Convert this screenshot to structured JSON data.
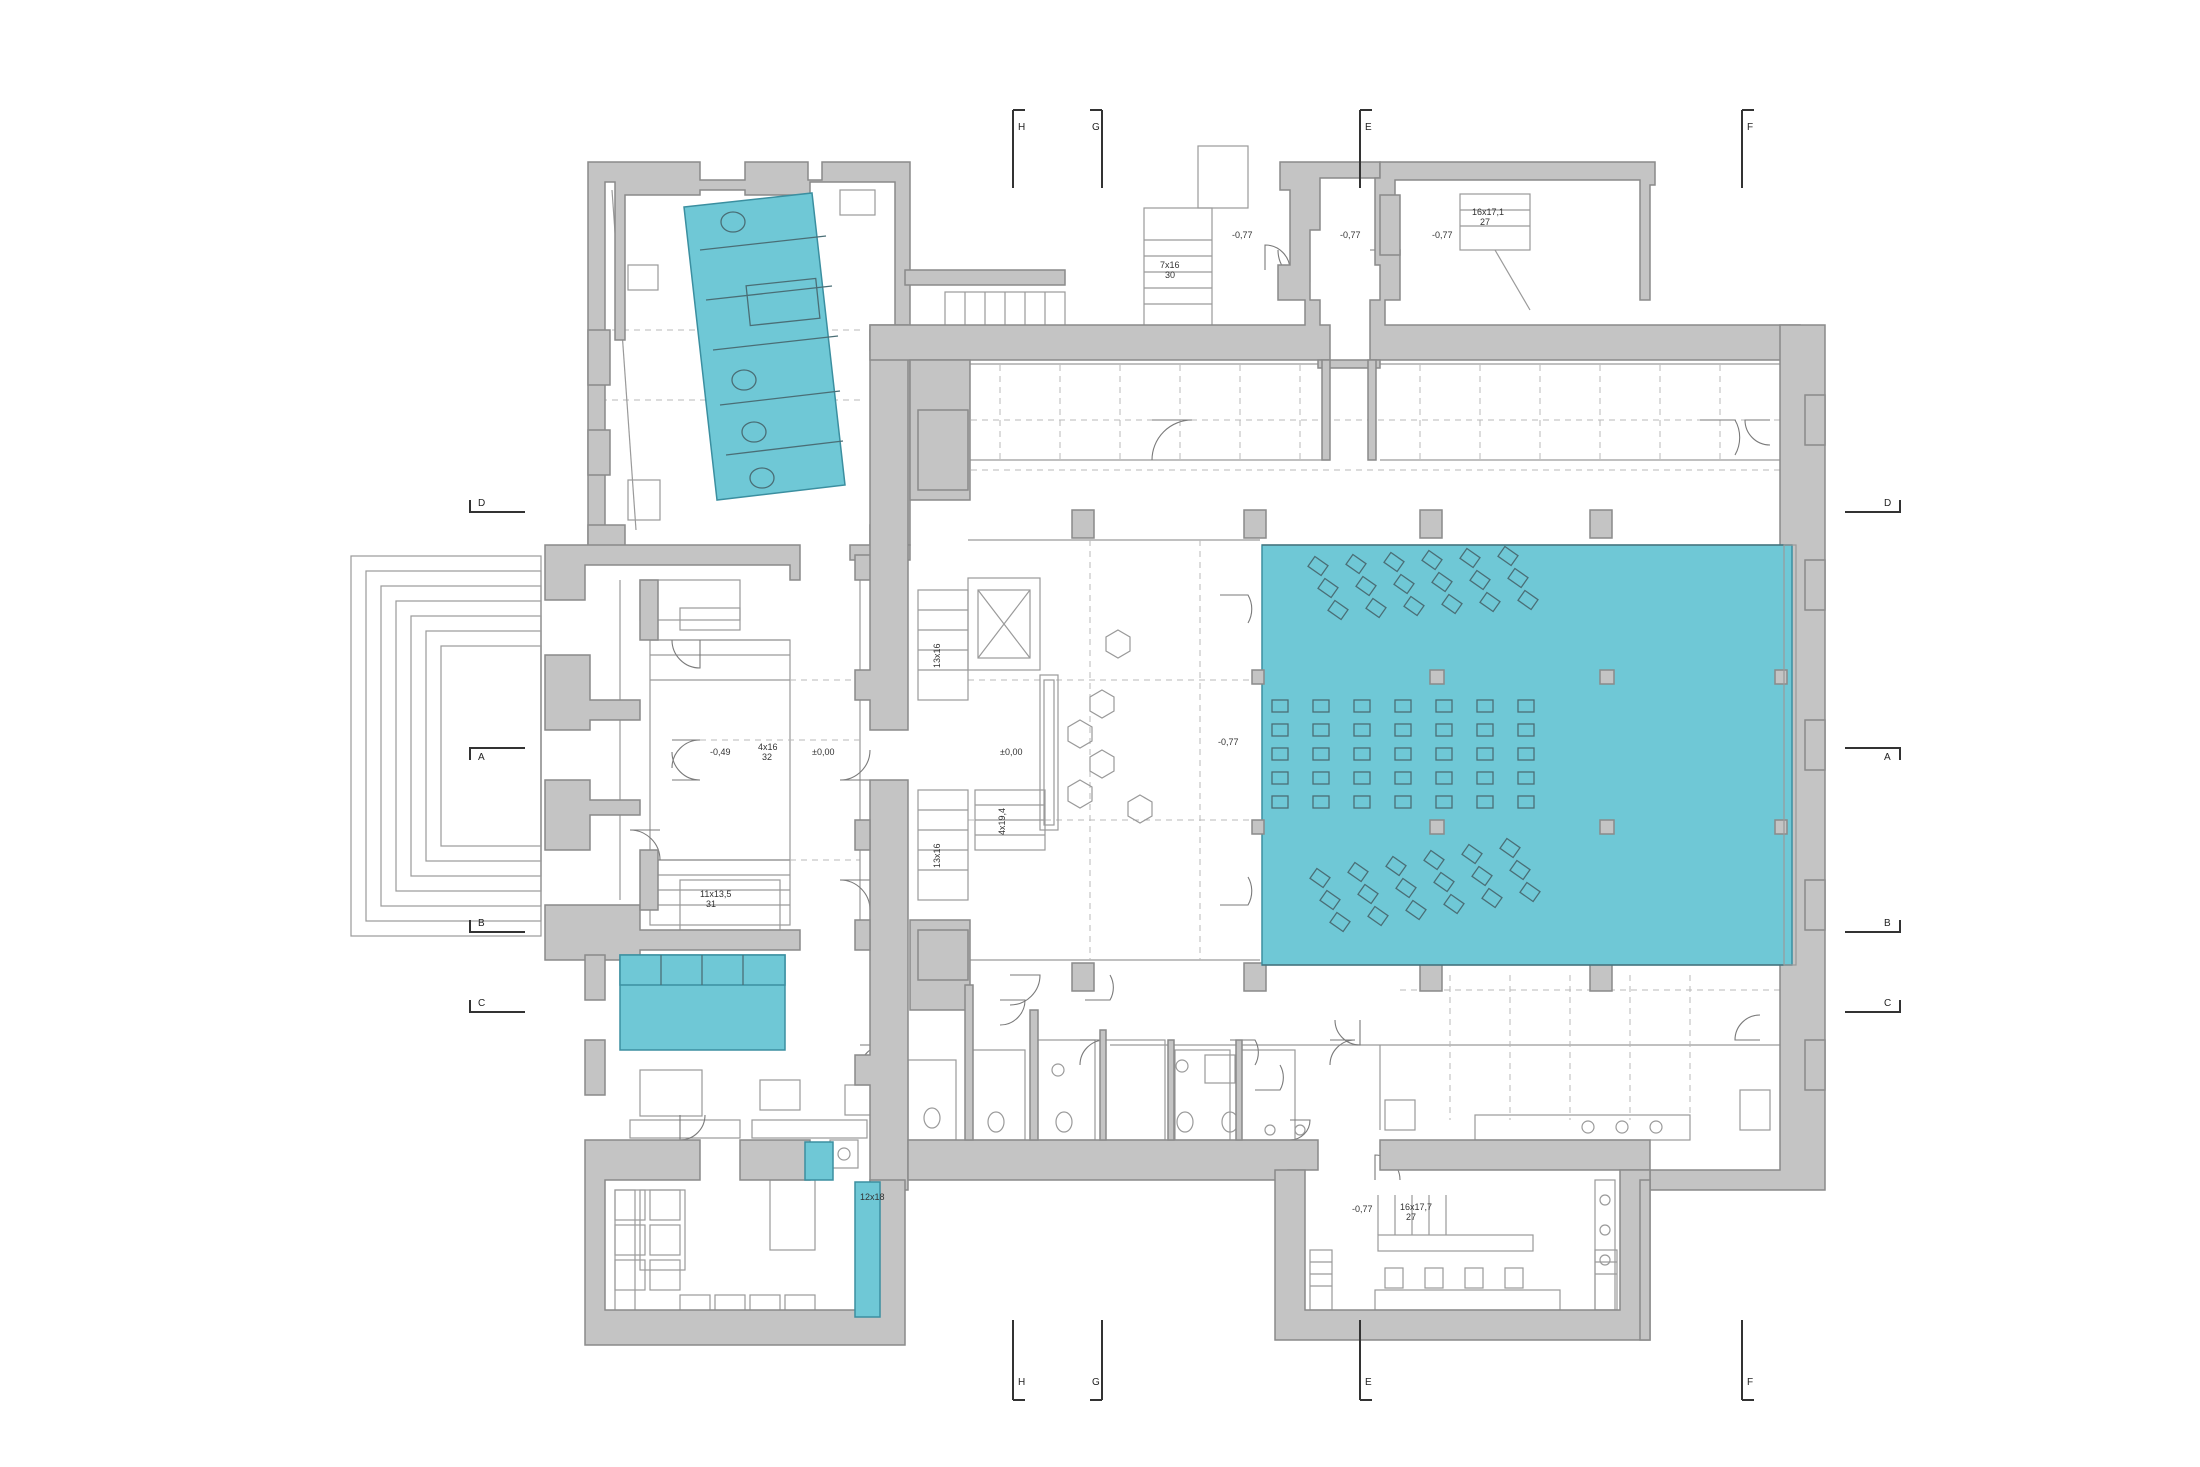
{
  "plan": {
    "section_markers": [
      {
        "id": "marker-h-top",
        "letter": "H"
      },
      {
        "id": "marker-g-top",
        "letter": "G"
      },
      {
        "id": "marker-e-top",
        "letter": "E"
      },
      {
        "id": "marker-f-top",
        "letter": "F"
      },
      {
        "id": "marker-h-bottom",
        "letter": "H"
      },
      {
        "id": "marker-g-bottom",
        "letter": "G"
      },
      {
        "id": "marker-e-bottom",
        "letter": "E"
      },
      {
        "id": "marker-f-bottom",
        "letter": "F"
      },
      {
        "id": "marker-d-left",
        "letter": "D"
      },
      {
        "id": "marker-a-left",
        "letter": "A"
      },
      {
        "id": "marker-b-left",
        "letter": "B"
      },
      {
        "id": "marker-c-left",
        "letter": "C"
      },
      {
        "id": "marker-d-right",
        "letter": "D"
      },
      {
        "id": "marker-a-right",
        "letter": "A"
      },
      {
        "id": "marker-b-right",
        "letter": "B"
      },
      {
        "id": "marker-c-right",
        "letter": "C"
      }
    ],
    "annotations": [
      {
        "id": "elev-077-top-a",
        "text": "-0,77"
      },
      {
        "id": "elev-077-top-b",
        "text": "-0,77"
      },
      {
        "id": "elev-077-top-c",
        "text": "-0,77"
      },
      {
        "id": "stair-top-right-1",
        "text": "16x17,1"
      },
      {
        "id": "stair-top-right-2",
        "text": "27"
      },
      {
        "id": "stair-top-mid-1",
        "text": "7x16"
      },
      {
        "id": "stair-top-mid-2",
        "text": "30"
      },
      {
        "id": "elev-049",
        "text": "-0,49"
      },
      {
        "id": "stair-entry-1",
        "text": "4x16"
      },
      {
        "id": "stair-entry-2",
        "text": "32"
      },
      {
        "id": "elev-000-a",
        "text": "±0,00"
      },
      {
        "id": "elev-000-b",
        "text": "±0,00"
      },
      {
        "id": "elev-077-hall",
        "text": "-0,77"
      },
      {
        "id": "stair-left-1",
        "text": "11x13,5"
      },
      {
        "id": "stair-left-2",
        "text": "31"
      },
      {
        "id": "stair-core-up",
        "text": "13x16"
      },
      {
        "id": "stair-core-down",
        "text": "13x16"
      },
      {
        "id": "stair-core-mid",
        "text": "4x19,4"
      },
      {
        "id": "stair-small-cyan",
        "text": "12x18"
      },
      {
        "id": "elev-077-bottom",
        "text": "-0,77"
      },
      {
        "id": "stair-bottom-right-1",
        "text": "16x17,7"
      },
      {
        "id": "stair-bottom-right-2",
        "text": "27"
      }
    ],
    "colors": {
      "walls": "#c4c4c4",
      "highlight": "#6fc8d6",
      "lines": "#9a9a9a"
    }
  }
}
